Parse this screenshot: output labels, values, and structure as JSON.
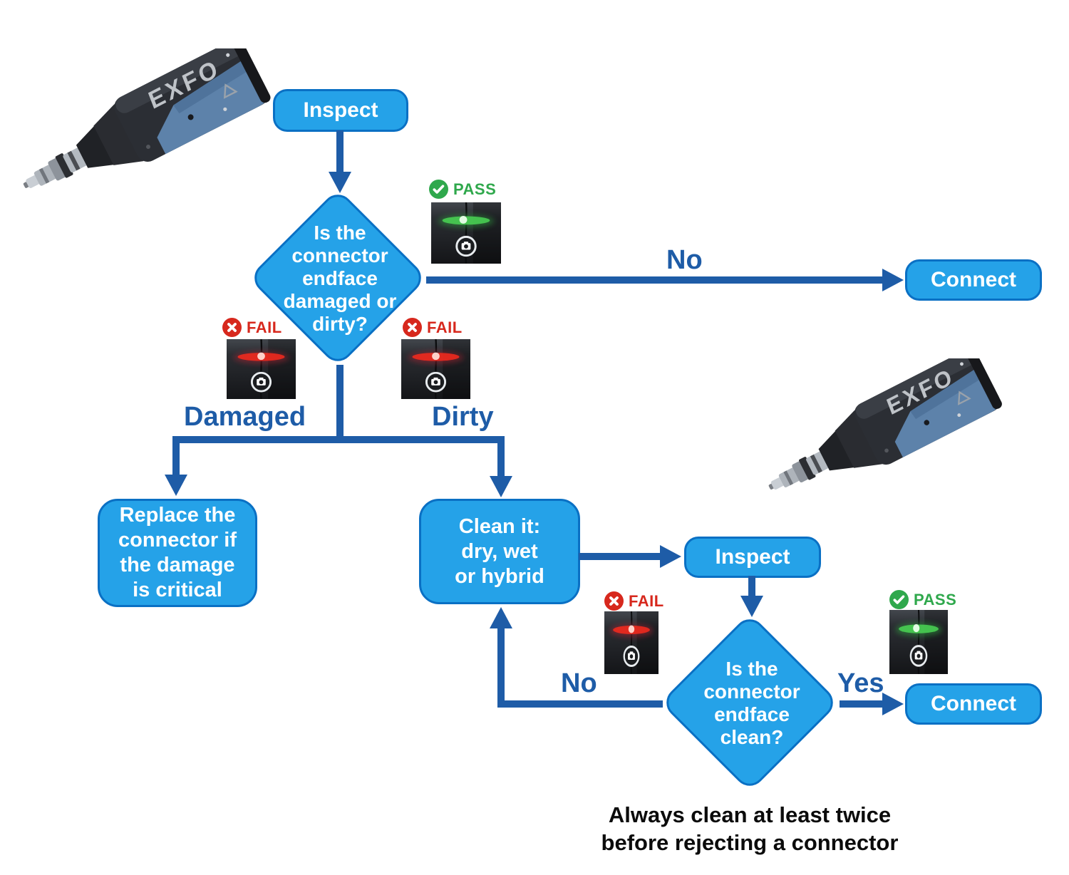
{
  "colors": {
    "node_fill": "#25A2E8",
    "node_border": "#0A70C4",
    "connector_line": "#1E5CA7",
    "edge_label": "#1E5CA7",
    "pass_green": "#2FA84C",
    "fail_red": "#D7281D",
    "note_text": "#0B0B0B",
    "background": "#FFFFFF"
  },
  "devices": {
    "brand": "EXFO"
  },
  "badges": {
    "pass": "PASS",
    "fail": "FAIL"
  },
  "nodes": {
    "inspect_start": {
      "label": "Inspect"
    },
    "decision_damaged_or_dirty": {
      "lines": [
        "Is the",
        "connector",
        "endface",
        "damaged or",
        "dirty?"
      ]
    },
    "connect_top": {
      "label": "Connect"
    },
    "replace_connector": {
      "lines": [
        "Replace the",
        "connector if",
        "the damage",
        "is critical"
      ]
    },
    "clean_it": {
      "lines": [
        "Clean it:",
        "dry, wet",
        "or hybrid"
      ]
    },
    "inspect_after_clean": {
      "label": "Inspect"
    },
    "decision_clean": {
      "lines": [
        "Is the",
        "connector",
        "endface",
        "clean?"
      ]
    },
    "connect_bottom": {
      "label": "Connect"
    }
  },
  "edge_labels": {
    "no_top": "No",
    "damaged": "Damaged",
    "dirty": "Dirty",
    "no_loop": "No",
    "yes": "Yes"
  },
  "note": {
    "lines": [
      "Always clean at least twice",
      "before rejecting a connector"
    ]
  }
}
